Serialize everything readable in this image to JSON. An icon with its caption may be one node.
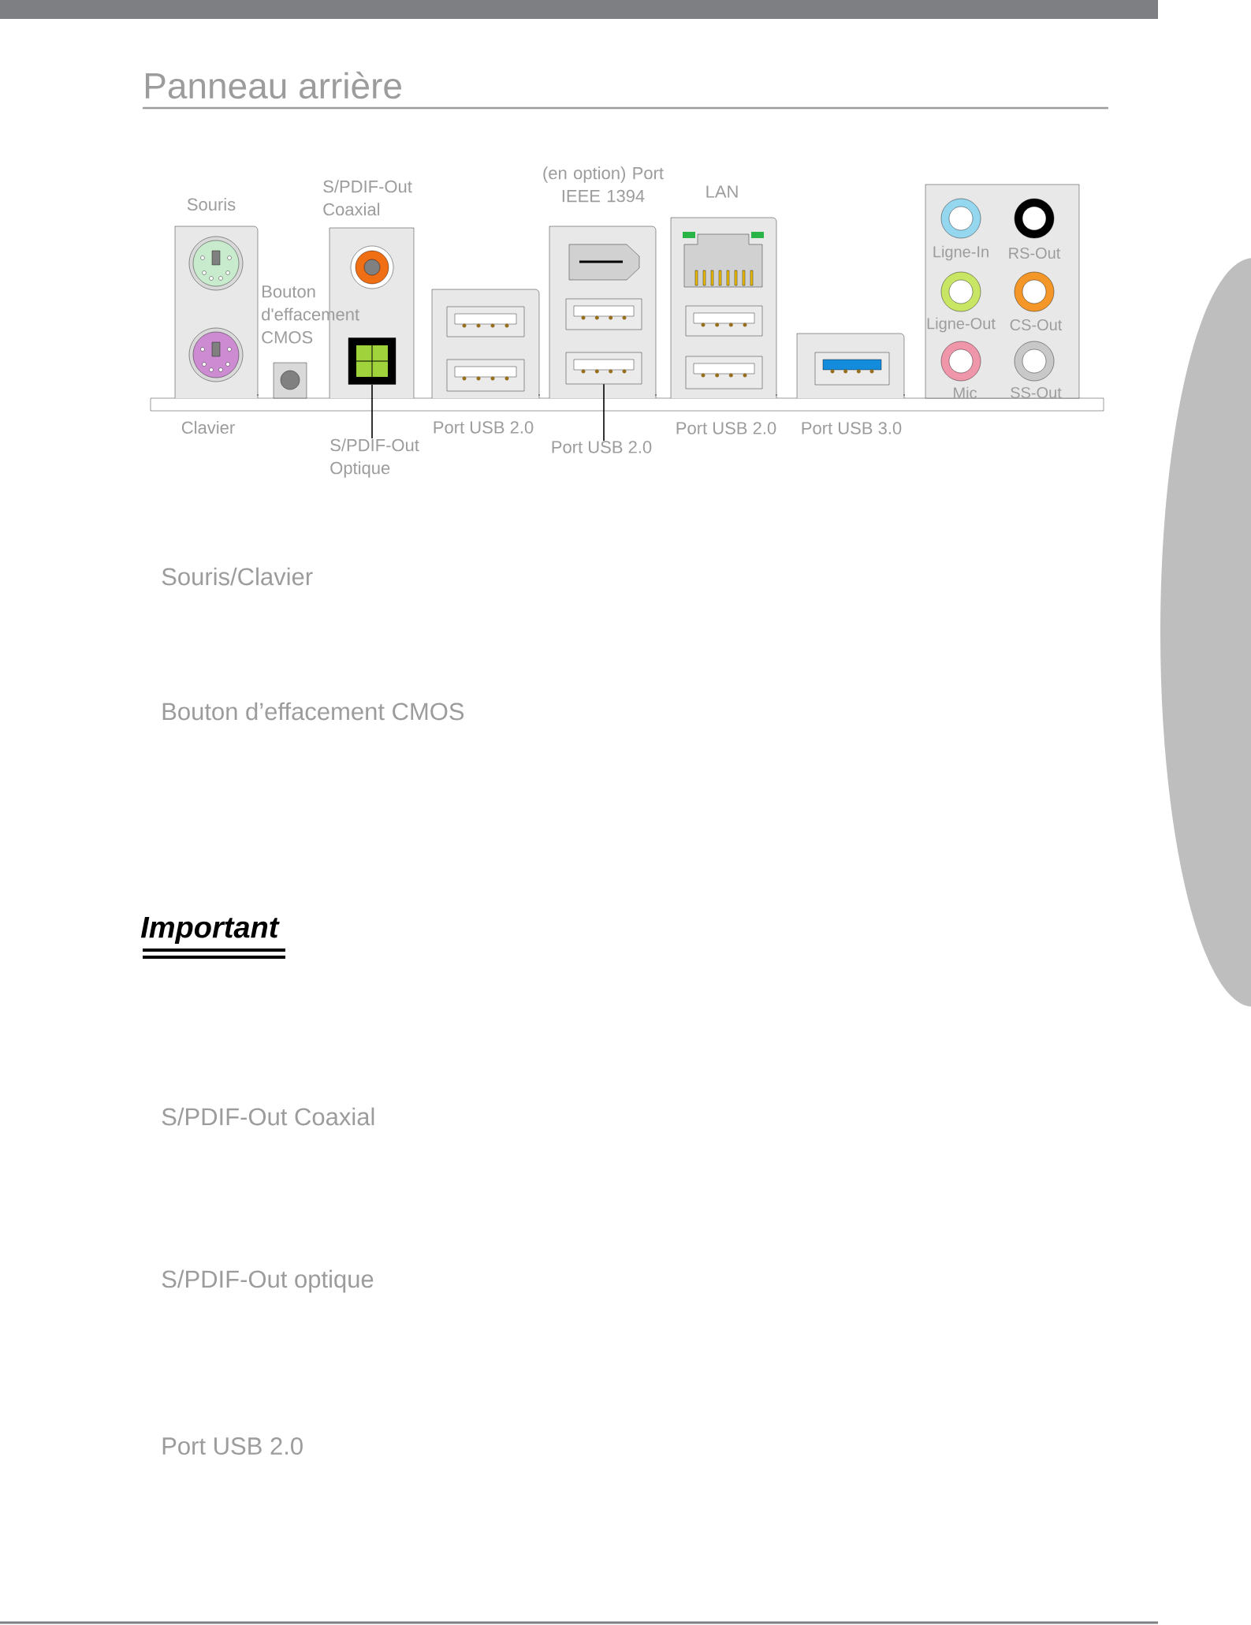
{
  "diagram": {
    "title": "Panneau arrière",
    "nodes": [
      {
        "text": [
          "S/PDIF-Out Optique"
        ]
      },
      {
        "text": [],
        "shape": "box"
      },
      {
        "text": [
          "Port USB 2.0"
        ]
      },
      {
        "text": [],
        "shape": "box"
      },
      {
        "text": [
          "Ligne-In",
          "RS-Out",
          "Ligne-Out",
          "CS-Out",
          "Mic",
          "SS-Out"
        ]
      }
    ],
    "edges": [
      {
        "from": 0,
        "to": 1,
        "arrow": "none"
      },
      {
        "from": 2,
        "to": 3,
        "arrow": "none"
      }
    ],
    "labels": [
      "Souris",
      "S/PDIF-Out Coaxial",
      "(en option) Port IEEE 1394",
      "LAN",
      "Bouton d'effacement CMOS",
      "Clavier",
      "Port USB 2.0",
      "Port USB 2.0",
      "Port USB 3.0",
      "Souris/Clavier",
      "Bouton d’effacement CMOS",
      "Important",
      "S/PDIF-Out Coaxial",
      "S/PDIF-Out optique",
      "Port USB 2.0"
    ]
  }
}
